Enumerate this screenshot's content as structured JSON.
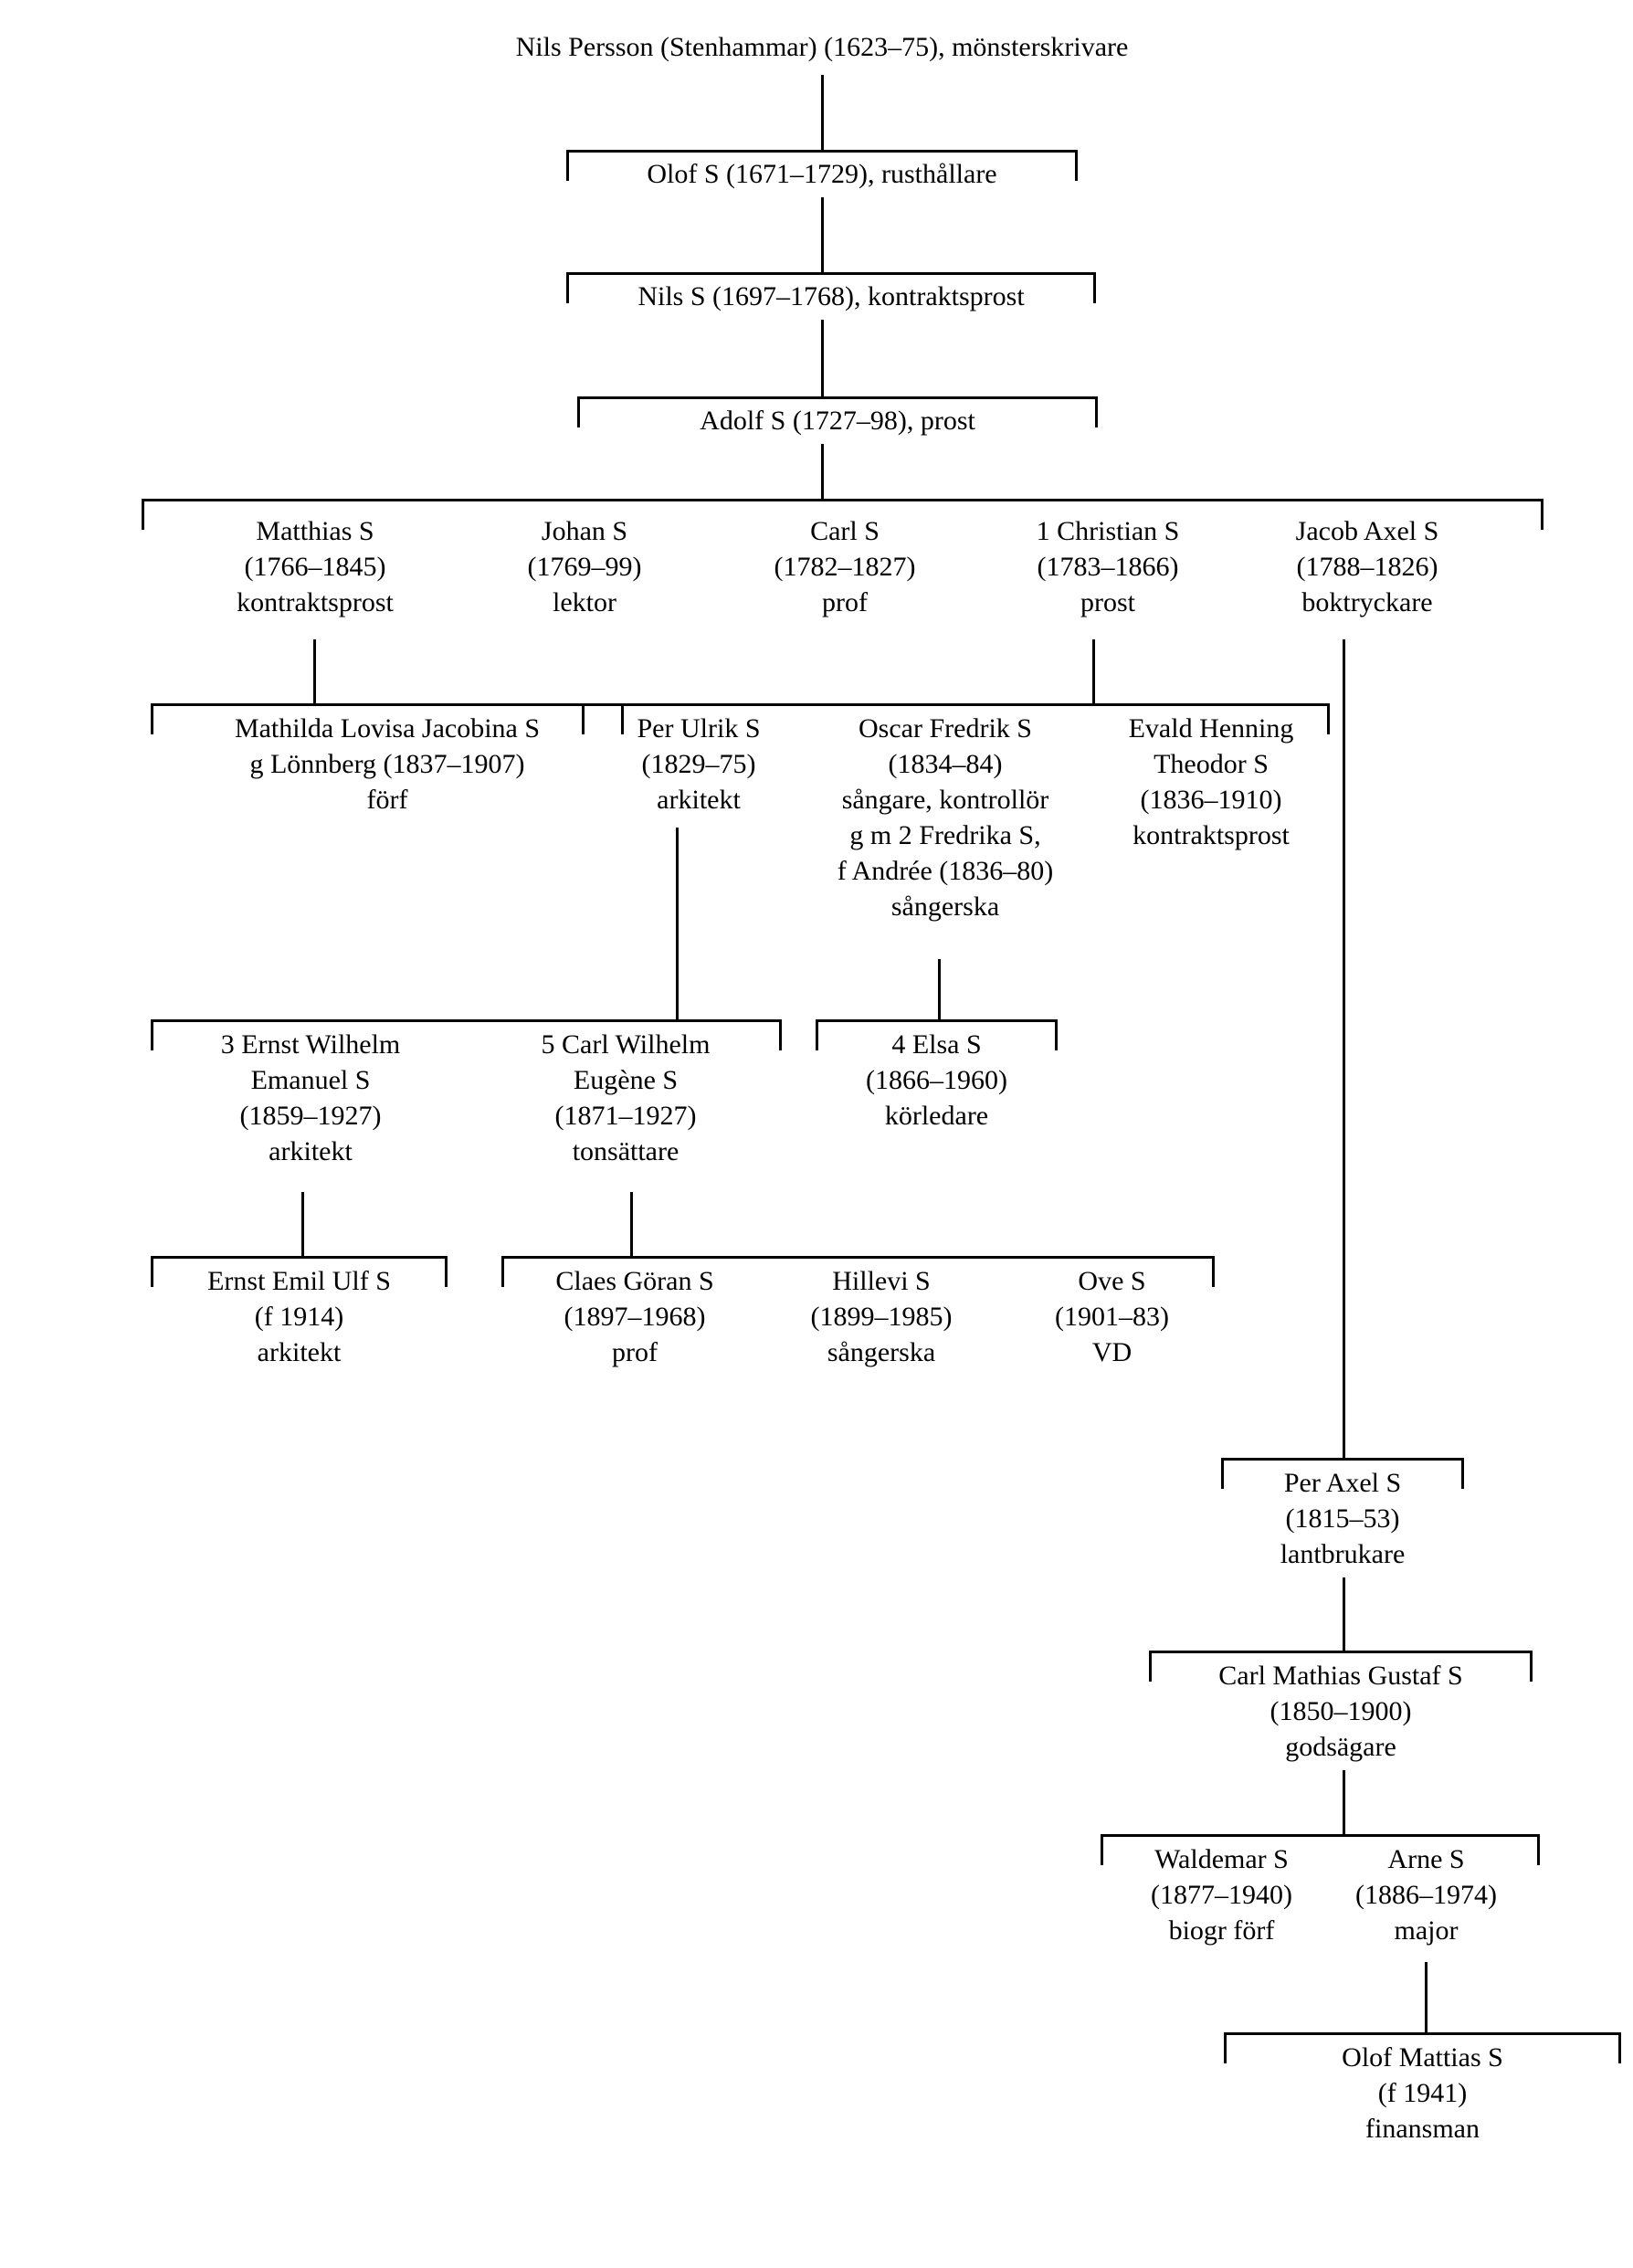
{
  "diagram": {
    "title": "Stenhammar family tree",
    "type": "genealogy-tree",
    "ink_color": "#000000",
    "background_color": "#ffffff"
  },
  "people": {
    "nils_persson": {
      "l1": "Nils Persson (Stenhammar) (1623–75), mönsterskrivare"
    },
    "olof": {
      "l1": "Olof S (1671–1729), rusthållare"
    },
    "nils": {
      "l1": "Nils S (1697–1768), kontraktsprost"
    },
    "adolf": {
      "l1": "Adolf S (1727–98), prost"
    },
    "matthias": {
      "l1": "Matthias S",
      "l2": "(1766–1845)",
      "l3": "kontraktsprost"
    },
    "johan": {
      "l1": "Johan S",
      "l2": "(1769–99)",
      "l3": "lektor"
    },
    "carl": {
      "l1": "Carl S",
      "l2": "(1782–1827)",
      "l3": "prof"
    },
    "christian": {
      "l1": "1 Christian S",
      "l2": "(1783–1866)",
      "l3": "prost"
    },
    "jacob_axel": {
      "l1": "Jacob Axel S",
      "l2": "(1788–1826)",
      "l3": "boktryckare"
    },
    "mathilda": {
      "l1": "Mathilda Lovisa Jacobina S",
      "l2": "g Lönnberg (1837–1907)",
      "l3": "förf"
    },
    "per_ulrik": {
      "l1": "Per Ulrik S",
      "l2": "(1829–75)",
      "l3": "arkitekt"
    },
    "oscar_fredrik": {
      "l1": "Oscar Fredrik S",
      "l2": "(1834–84)",
      "l3": "sångare, kontrollör",
      "l4": "g m 2 Fredrika S,",
      "l5": "f Andrée (1836–80)",
      "l6": "sångerska"
    },
    "evald_henning": {
      "l1": "Evald Henning",
      "l2": "Theodor S",
      "l3": "(1836–1910)",
      "l4": "kontraktsprost"
    },
    "ernst_wilhelm": {
      "l1": "3 Ernst Wilhelm",
      "l2": "Emanuel S",
      "l3": "(1859–1927)",
      "l4": "arkitekt"
    },
    "carl_wilhelm": {
      "l1": "5 Carl Wilhelm",
      "l2": "Eugène S",
      "l3": "(1871–1927)",
      "l4": "tonsättare"
    },
    "elsa": {
      "l1": "4 Elsa S",
      "l2": "(1866–1960)",
      "l3": "körledare"
    },
    "ernst_emil_ulf": {
      "l1": "Ernst Emil Ulf S",
      "l2": "(f 1914)",
      "l3": "arkitekt"
    },
    "claes_goran": {
      "l1": "Claes Göran S",
      "l2": "(1897–1968)",
      "l3": "prof"
    },
    "hillevi": {
      "l1": "Hillevi S",
      "l2": "(1899–1985)",
      "l3": "sångerska"
    },
    "ove": {
      "l1": "Ove S",
      "l2": "(1901–83)",
      "l3": "VD"
    },
    "per_axel": {
      "l1": "Per Axel S",
      "l2": "(1815–53)",
      "l3": "lantbrukare"
    },
    "carl_mathias_gustaf": {
      "l1": "Carl Mathias Gustaf S",
      "l2": "(1850–1900)",
      "l3": "godsägare"
    },
    "waldemar": {
      "l1": "Waldemar S",
      "l2": "(1877–1940)",
      "l3": "biogr förf"
    },
    "arne": {
      "l1": "Arne S",
      "l2": "(1886–1974)",
      "l3": "major"
    },
    "olof_mattias": {
      "l1": "Olof Mattias S",
      "l2": "(f 1941)",
      "l3": "finansman"
    }
  }
}
